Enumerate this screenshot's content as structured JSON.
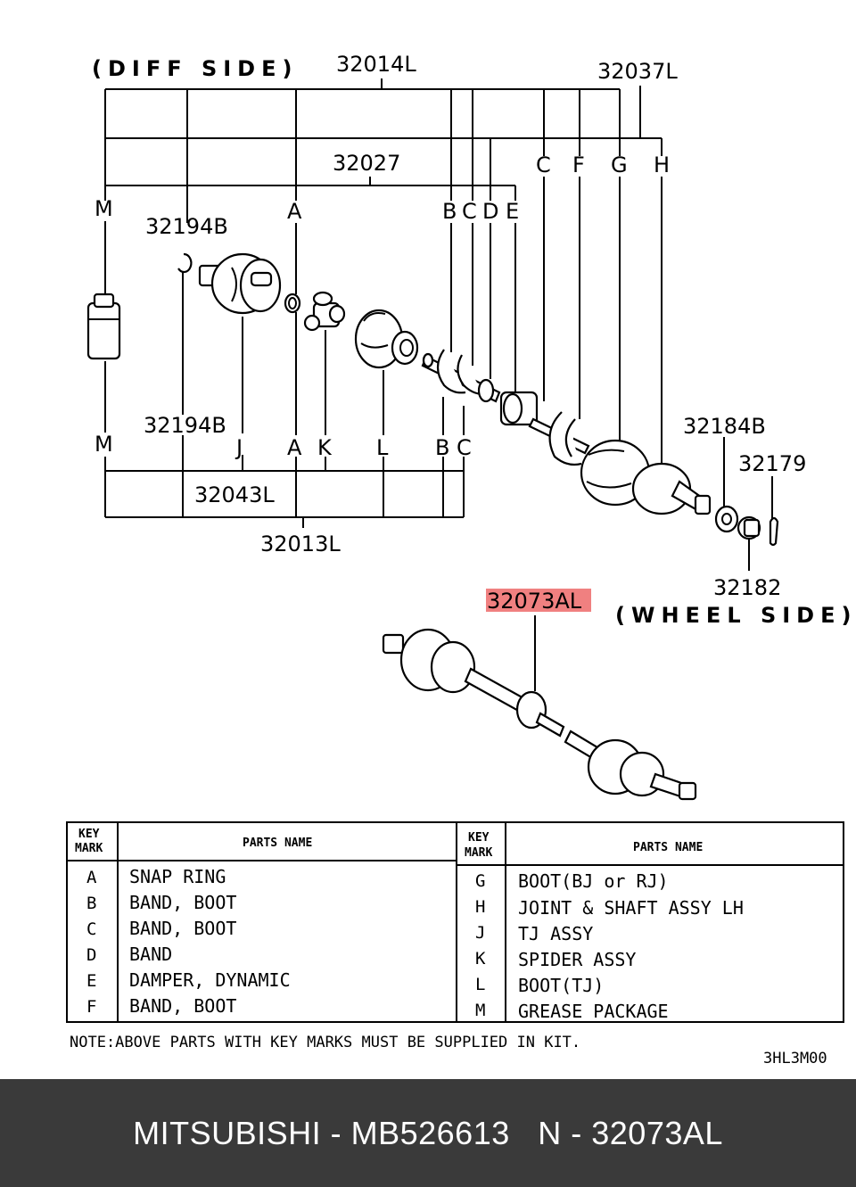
{
  "diagram": {
    "diff_side_label": "(DIFF SIDE)",
    "wheel_side_label": "(WHEEL SIDE)",
    "part_numbers": {
      "p32014L": "32014L",
      "p32037L": "32037L",
      "p32027": "32027",
      "p32194B_top": "32194B",
      "p32194B_bottom": "32194B",
      "p32043L": "32043L",
      "p32013L": "32013L",
      "p32184B": "32184B",
      "p32179": "32179",
      "p32182": "32182",
      "p32073AL": "32073AL"
    },
    "top_key_marks": [
      "M",
      "A",
      "B",
      "C",
      "D",
      "E",
      "C",
      "F",
      "G",
      "H"
    ],
    "bottom_key_marks": [
      "M",
      "J",
      "A",
      "K",
      "L",
      "B",
      "C"
    ],
    "highlight_color": "#f08080"
  },
  "table": {
    "header_key": [
      "KEY",
      "MARK"
    ],
    "header_name": "PARTS NAME",
    "left_rows": [
      {
        "key": "A",
        "name": "SNAP RING"
      },
      {
        "key": "B",
        "name": "BAND, BOOT"
      },
      {
        "key": "C",
        "name": "BAND, BOOT"
      },
      {
        "key": "D",
        "name": "BAND"
      },
      {
        "key": "E",
        "name": "DAMPER, DYNAMIC"
      },
      {
        "key": "F",
        "name": "BAND, BOOT"
      }
    ],
    "right_rows": [
      {
        "key": "G",
        "name": "BOOT(BJ or RJ)"
      },
      {
        "key": "H",
        "name": "JOINT & SHAFT ASSY LH"
      },
      {
        "key": "J",
        "name": "TJ ASSY"
      },
      {
        "key": "K",
        "name": "SPIDER ASSY"
      },
      {
        "key": "L",
        "name": "BOOT(TJ)"
      },
      {
        "key": "M",
        "name": "GREASE PACKAGE"
      }
    ],
    "note": "NOTE:ABOVE PARTS WITH KEY MARKS MUST BE SUPPLIED IN KIT.",
    "drawing_code": "3HL3M00"
  },
  "footer": {
    "brand": "MITSUBISHI",
    "separator": " - ",
    "oem_number": "MB526613",
    "n_label": "N",
    "part_code": "32073AL",
    "background": "#3a3a3a"
  }
}
